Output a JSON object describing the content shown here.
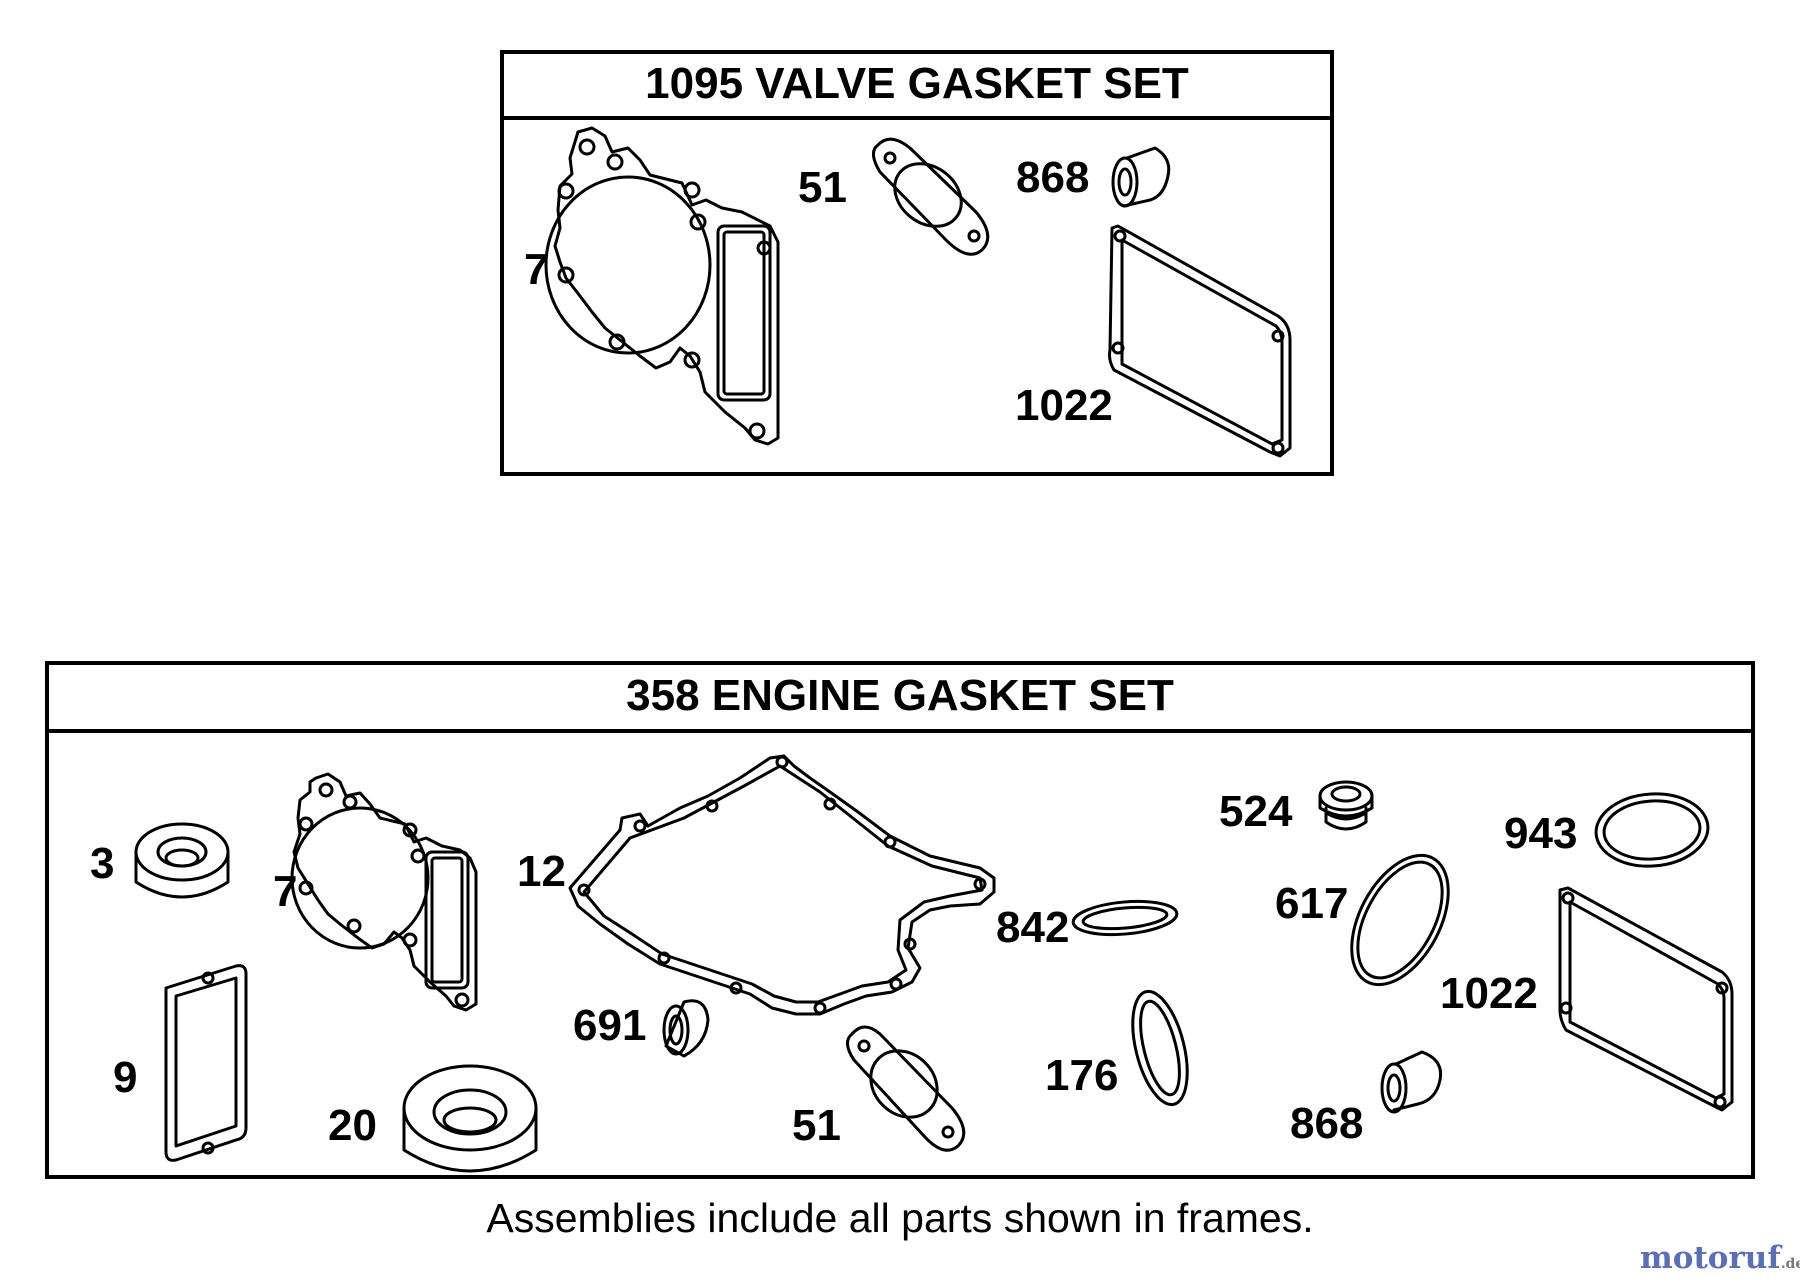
{
  "valve_set": {
    "title": "1095 VALVE GASKET SET",
    "parts": [
      "7",
      "51",
      "868",
      "1022"
    ]
  },
  "engine_set": {
    "title": "358 ENGINE GASKET SET",
    "parts": [
      "3",
      "7",
      "12",
      "524",
      "943",
      "617",
      "842",
      "1022",
      "691",
      "176",
      "9",
      "20",
      "51",
      "868"
    ]
  },
  "footnote": "Assemblies include all parts shown in frames.",
  "watermark": {
    "name": "motoruf",
    "tld": ".de"
  }
}
